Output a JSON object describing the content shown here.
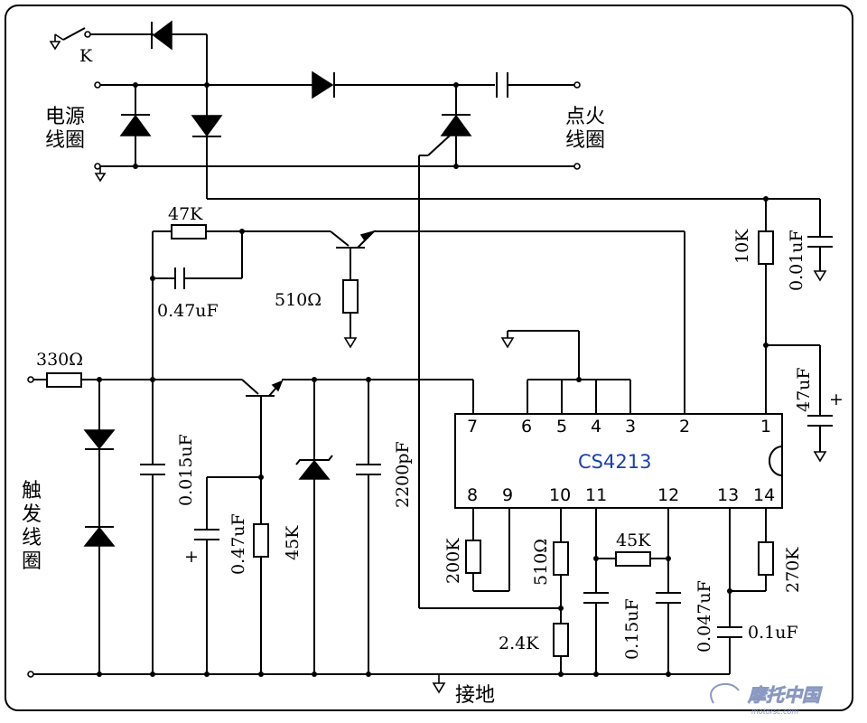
{
  "switch": {
    "label": "K"
  },
  "labels": {
    "power_coil": [
      "电源",
      "线圈"
    ],
    "ignition_coil": [
      "点火",
      "线圈"
    ],
    "trigger_coil": [
      "触",
      "发",
      "线",
      "圈"
    ],
    "ground": "接地"
  },
  "components": {
    "r_47k": "47K",
    "c_047uf": "0.47uF",
    "r_510_top": "510Ω",
    "r_10k": "10K",
    "c_001uf": "0.01uF",
    "r_330": "330Ω",
    "c_0015uf": "0.015uF",
    "c_047uf_b": "0.47uF",
    "polarity_plus": "+",
    "r_45k_left": "45K",
    "c_2200pf": "2200pF",
    "c_47uf": "47uF",
    "r_200k": "200K",
    "r_510_ic": "510Ω",
    "r_45k_mid": "45K",
    "c_015uf": "0.15uF",
    "c_0047uf": "0.047uF",
    "r_270k": "270K",
    "r_24k": "2.4K",
    "c_01uf": "0.1uF"
  },
  "ic": {
    "name": "CS4213",
    "pins_top": [
      "7",
      "6",
      "5",
      "4",
      "3",
      "2",
      "1"
    ],
    "pins_bottom": [
      "8",
      "9",
      "10",
      "11",
      "12",
      "13",
      "14"
    ]
  },
  "watermark": {
    "text": "摩托中国",
    "url": "motorsc.com"
  }
}
